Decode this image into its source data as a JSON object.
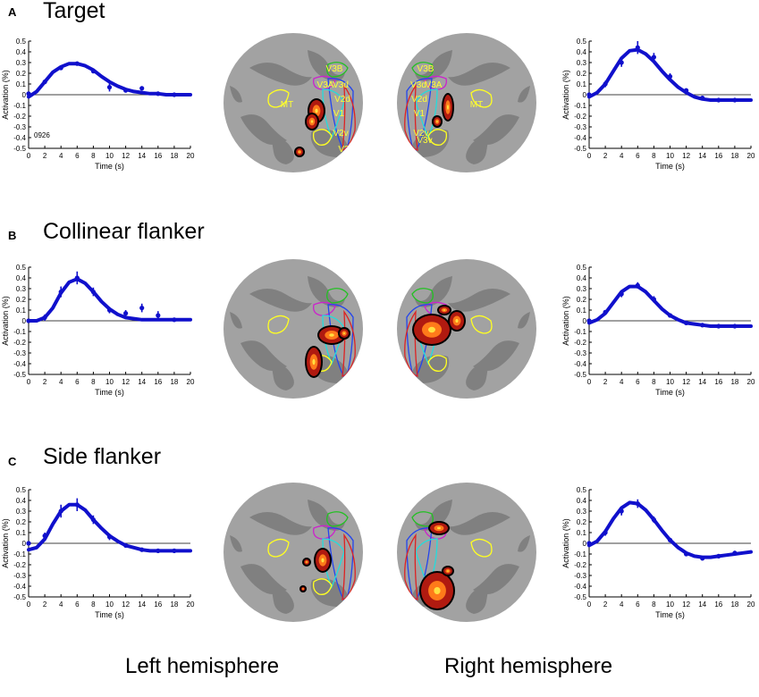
{
  "panels": [
    {
      "letter": "A",
      "title": "Target"
    },
    {
      "letter": "B",
      "title": "Collinear flanker"
    },
    {
      "letter": "C",
      "title": "Side flanker"
    }
  ],
  "hemispheres": {
    "left": "Left hemisphere",
    "right": "Right hemisphere"
  },
  "colors": {
    "curve": "#1010cc",
    "brain_bg": "#a2a2a2",
    "brain_dark": "#808080"
  },
  "roi_labels": {
    "left": [
      "V3B",
      "V3A",
      "V3d",
      "V2d",
      "MT",
      "V1",
      "V2v",
      "V3v"
    ],
    "right": [
      "V3B",
      "V3d",
      "V2d",
      "V3A",
      "MT",
      "V1",
      "V2v",
      "V3v"
    ]
  },
  "chart_data": [
    {
      "type": "line",
      "panel": "A",
      "hemisphere": "left",
      "annotation": "0926",
      "xlabel": "Time (s)",
      "ylabel": "Activation (%)",
      "xlim": [
        0,
        20
      ],
      "ylim": [
        -0.5,
        0.5
      ],
      "xticks": [
        0,
        2,
        4,
        6,
        8,
        10,
        12,
        14,
        16,
        18,
        20
      ],
      "yticks": [
        -0.5,
        -0.4,
        -0.3,
        -0.2,
        -0.1,
        0,
        0.1,
        0.2,
        0.3,
        0.4,
        0.5
      ],
      "points": {
        "x": [
          0,
          2,
          4,
          6,
          8,
          10,
          12,
          14,
          16,
          18
        ],
        "y": [
          0.01,
          0.12,
          0.25,
          0.29,
          0.22,
          0.07,
          0.04,
          0.06,
          0.01,
          0.0
        ],
        "err": [
          0.02,
          0.02,
          0.02,
          0.02,
          0.02,
          0.04,
          0.02,
          0.02,
          0.02,
          0.01
        ]
      },
      "fit": {
        "x": [
          0,
          1,
          2,
          3,
          4,
          5,
          6,
          7,
          8,
          9,
          10,
          11,
          12,
          13,
          14,
          15,
          16,
          17,
          18,
          19,
          20
        ],
        "y": [
          -0.02,
          0.03,
          0.12,
          0.21,
          0.26,
          0.29,
          0.29,
          0.27,
          0.23,
          0.17,
          0.12,
          0.08,
          0.05,
          0.03,
          0.02,
          0.01,
          0.01,
          0.0,
          0.0,
          0.0,
          0.0
        ]
      }
    },
    {
      "type": "line",
      "panel": "A",
      "hemisphere": "right",
      "xlabel": "Time (s)",
      "ylabel": "Activation (%)",
      "xlim": [
        0,
        20
      ],
      "ylim": [
        -0.5,
        0.5
      ],
      "xticks": [
        0,
        2,
        4,
        6,
        8,
        10,
        12,
        14,
        16,
        18,
        20
      ],
      "yticks": [
        -0.5,
        -0.4,
        -0.3,
        -0.2,
        -0.1,
        0,
        0.1,
        0.2,
        0.3,
        0.4,
        0.5
      ],
      "points": {
        "x": [
          0,
          2,
          4,
          6,
          8,
          10,
          12,
          14,
          16,
          18
        ],
        "y": [
          0.0,
          0.1,
          0.3,
          0.44,
          0.35,
          0.17,
          0.04,
          -0.03,
          -0.05,
          -0.05
        ],
        "err": [
          0.02,
          0.03,
          0.04,
          0.06,
          0.04,
          0.03,
          0.02,
          0.02,
          0.02,
          0.02
        ]
      },
      "fit": {
        "x": [
          0,
          1,
          2,
          3,
          4,
          5,
          6,
          7,
          8,
          9,
          10,
          11,
          12,
          13,
          14,
          15,
          16,
          17,
          18,
          19,
          20
        ],
        "y": [
          -0.02,
          0.02,
          0.1,
          0.22,
          0.34,
          0.41,
          0.42,
          0.38,
          0.31,
          0.22,
          0.14,
          0.07,
          0.02,
          -0.02,
          -0.04,
          -0.05,
          -0.05,
          -0.05,
          -0.05,
          -0.05,
          -0.05
        ]
      }
    },
    {
      "type": "line",
      "panel": "B",
      "hemisphere": "left",
      "xlabel": "Time (s)",
      "ylabel": "Activation (%)",
      "xlim": [
        0,
        20
      ],
      "ylim": [
        -0.5,
        0.5
      ],
      "xticks": [
        0,
        2,
        4,
        6,
        8,
        10,
        12,
        14,
        16,
        18,
        20
      ],
      "yticks": [
        -0.5,
        -0.4,
        -0.3,
        -0.2,
        -0.1,
        0,
        0.1,
        0.2,
        0.3,
        0.4,
        0.5
      ],
      "points": {
        "x": [
          0,
          2,
          4,
          6,
          8,
          10,
          12,
          14,
          16,
          18
        ],
        "y": [
          0.0,
          0.03,
          0.27,
          0.4,
          0.27,
          0.1,
          0.07,
          0.12,
          0.05,
          0.01
        ],
        "err": [
          0.02,
          0.03,
          0.05,
          0.06,
          0.04,
          0.03,
          0.03,
          0.04,
          0.04,
          0.02
        ]
      },
      "fit": {
        "x": [
          0,
          1,
          2,
          3,
          4,
          5,
          6,
          7,
          8,
          9,
          10,
          11,
          12,
          13,
          14,
          15,
          16,
          17,
          18,
          19,
          20
        ],
        "y": [
          0.0,
          0.0,
          0.03,
          0.12,
          0.26,
          0.36,
          0.39,
          0.35,
          0.27,
          0.18,
          0.11,
          0.06,
          0.03,
          0.02,
          0.01,
          0.01,
          0.01,
          0.01,
          0.01,
          0.01,
          0.01
        ]
      }
    },
    {
      "type": "line",
      "panel": "B",
      "hemisphere": "right",
      "xlabel": "Time (s)",
      "ylabel": "Activation (%)",
      "xlim": [
        0,
        20
      ],
      "ylim": [
        -0.5,
        0.5
      ],
      "xticks": [
        0,
        2,
        4,
        6,
        8,
        10,
        12,
        14,
        16,
        18,
        20
      ],
      "yticks": [
        -0.5,
        -0.4,
        -0.3,
        -0.2,
        -0.1,
        0,
        0.1,
        0.2,
        0.3,
        0.4,
        0.5
      ],
      "points": {
        "x": [
          0,
          2,
          4,
          6,
          8,
          10,
          12,
          14,
          16,
          18
        ],
        "y": [
          0.0,
          0.08,
          0.25,
          0.33,
          0.2,
          0.05,
          -0.02,
          -0.04,
          -0.05,
          -0.05
        ],
        "err": [
          0.02,
          0.02,
          0.03,
          0.03,
          0.03,
          0.02,
          0.02,
          0.02,
          0.02,
          0.01
        ]
      },
      "fit": {
        "x": [
          0,
          1,
          2,
          3,
          4,
          5,
          6,
          7,
          8,
          9,
          10,
          11,
          12,
          13,
          14,
          15,
          16,
          17,
          18,
          19,
          20
        ],
        "y": [
          -0.02,
          0.01,
          0.07,
          0.17,
          0.27,
          0.32,
          0.32,
          0.27,
          0.19,
          0.11,
          0.05,
          0.01,
          -0.02,
          -0.03,
          -0.04,
          -0.05,
          -0.05,
          -0.05,
          -0.05,
          -0.05,
          -0.05
        ]
      }
    },
    {
      "type": "line",
      "panel": "C",
      "hemisphere": "left",
      "xlabel": "Time (s)",
      "ylabel": "Activation (%)",
      "xlim": [
        0,
        20
      ],
      "ylim": [
        -0.5,
        0.5
      ],
      "xticks": [
        0,
        2,
        4,
        6,
        8,
        10,
        12,
        14,
        16,
        18,
        20
      ],
      "yticks": [
        -0.5,
        -0.4,
        -0.3,
        -0.2,
        -0.1,
        0,
        0.1,
        0.2,
        0.3,
        0.4,
        0.5
      ],
      "points": {
        "x": [
          0,
          2,
          4,
          6,
          8,
          10,
          12,
          14,
          16,
          18
        ],
        "y": [
          0.0,
          0.07,
          0.3,
          0.36,
          0.22,
          0.06,
          -0.02,
          -0.06,
          -0.07,
          -0.07
        ],
        "err": [
          0.02,
          0.03,
          0.06,
          0.06,
          0.04,
          0.03,
          0.02,
          0.02,
          0.02,
          0.02
        ]
      },
      "fit": {
        "x": [
          0,
          1,
          2,
          3,
          4,
          5,
          6,
          7,
          8,
          9,
          10,
          11,
          12,
          13,
          14,
          15,
          16,
          17,
          18,
          19,
          20
        ],
        "y": [
          -0.06,
          -0.04,
          0.04,
          0.18,
          0.3,
          0.36,
          0.36,
          0.31,
          0.22,
          0.14,
          0.07,
          0.02,
          -0.02,
          -0.04,
          -0.06,
          -0.07,
          -0.07,
          -0.07,
          -0.07,
          -0.07,
          -0.07
        ]
      }
    },
    {
      "type": "line",
      "panel": "C",
      "hemisphere": "right",
      "xlabel": "Time (s)",
      "ylabel": "Activation (%)",
      "xlim": [
        0,
        20
      ],
      "ylim": [
        -0.5,
        0.5
      ],
      "xticks": [
        0,
        2,
        4,
        6,
        8,
        10,
        12,
        14,
        16,
        18,
        20
      ],
      "yticks": [
        -0.5,
        -0.4,
        -0.3,
        -0.2,
        -0.1,
        0,
        0.1,
        0.2,
        0.3,
        0.4,
        0.5
      ],
      "points": {
        "x": [
          0,
          2,
          4,
          6,
          8,
          10,
          12,
          14,
          16,
          18
        ],
        "y": [
          0.0,
          0.1,
          0.3,
          0.37,
          0.22,
          0.03,
          -0.1,
          -0.14,
          -0.12,
          -0.09
        ],
        "err": [
          0.02,
          0.03,
          0.04,
          0.04,
          0.03,
          0.02,
          0.02,
          0.02,
          0.02,
          0.02
        ]
      },
      "fit": {
        "x": [
          0,
          1,
          2,
          3,
          4,
          5,
          6,
          7,
          8,
          9,
          10,
          11,
          12,
          13,
          14,
          15,
          16,
          17,
          18,
          19,
          20
        ],
        "y": [
          -0.02,
          0.02,
          0.11,
          0.23,
          0.33,
          0.38,
          0.37,
          0.31,
          0.22,
          0.12,
          0.03,
          -0.04,
          -0.09,
          -0.12,
          -0.13,
          -0.13,
          -0.12,
          -0.11,
          -0.1,
          -0.09,
          -0.08
        ]
      }
    }
  ]
}
